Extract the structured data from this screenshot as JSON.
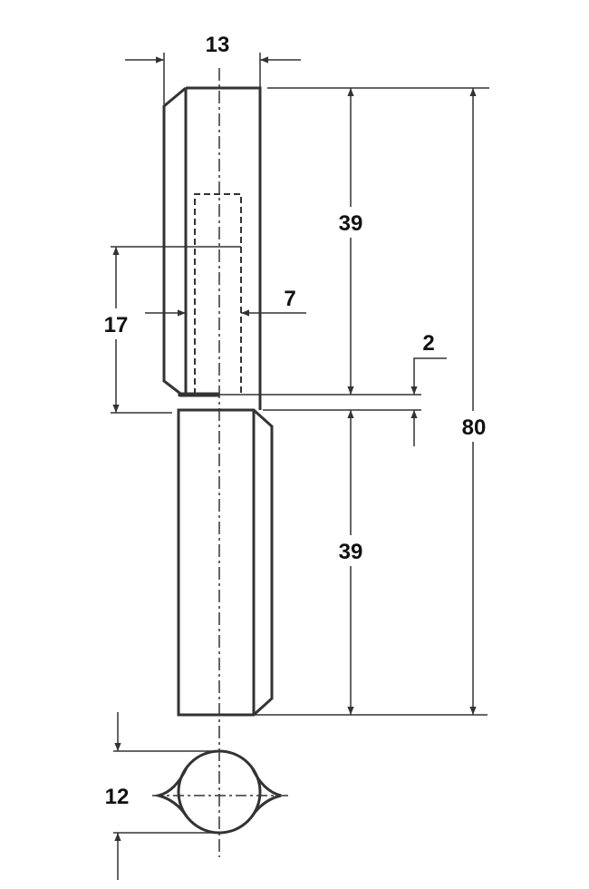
{
  "drawing": {
    "title": "Weld-on hinge dimensional drawing",
    "dimensions": {
      "width_top": "13",
      "upper_length": "39",
      "pin_depth": "17",
      "pin_diameter": "7",
      "gap": "2",
      "total_length": "80",
      "lower_length": "39",
      "section_diameter": "12"
    },
    "line_color": "#333333"
  }
}
